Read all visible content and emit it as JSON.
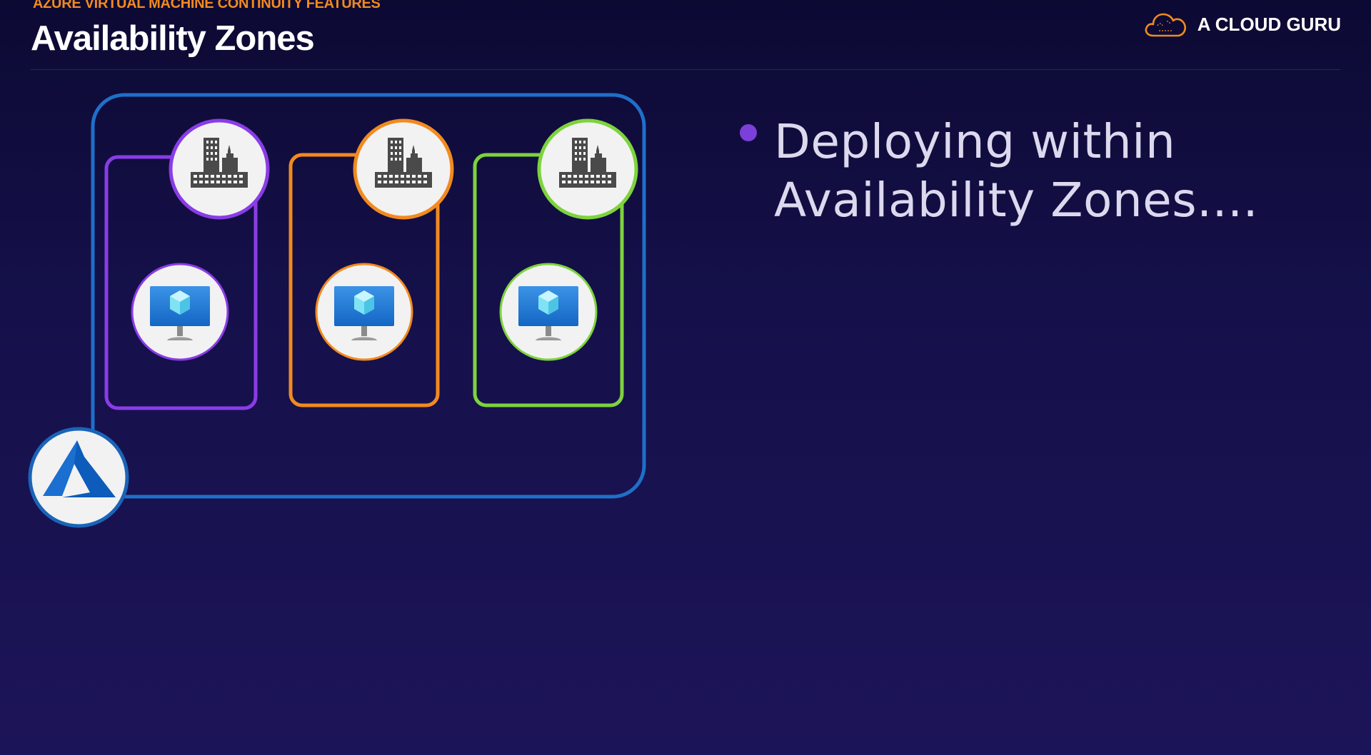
{
  "header": {
    "kicker": "AZURE VIRTUAL MACHINE CONTINUITY FEATURES",
    "title": "Availability Zones"
  },
  "brand": {
    "name": "A CLOUD GURU",
    "icon": "cloud-icon",
    "color": "#f28a1f"
  },
  "diagram": {
    "region": {
      "icon": "azure-logo-icon",
      "border_color": "#1f6fc9"
    },
    "zones": [
      {
        "border_color": "#8a3ce6",
        "datacenter_icon": "building-icon",
        "vm_icon": "virtual-machine-icon"
      },
      {
        "border_color": "#f28a1f",
        "datacenter_icon": "building-icon",
        "vm_icon": "virtual-machine-icon"
      },
      {
        "border_color": "#7dd33c",
        "datacenter_icon": "building-icon",
        "vm_icon": "virtual-machine-icon"
      }
    ]
  },
  "bullets": [
    {
      "lines": [
        "Deploying within",
        "Availability Zones...."
      ]
    }
  ]
}
